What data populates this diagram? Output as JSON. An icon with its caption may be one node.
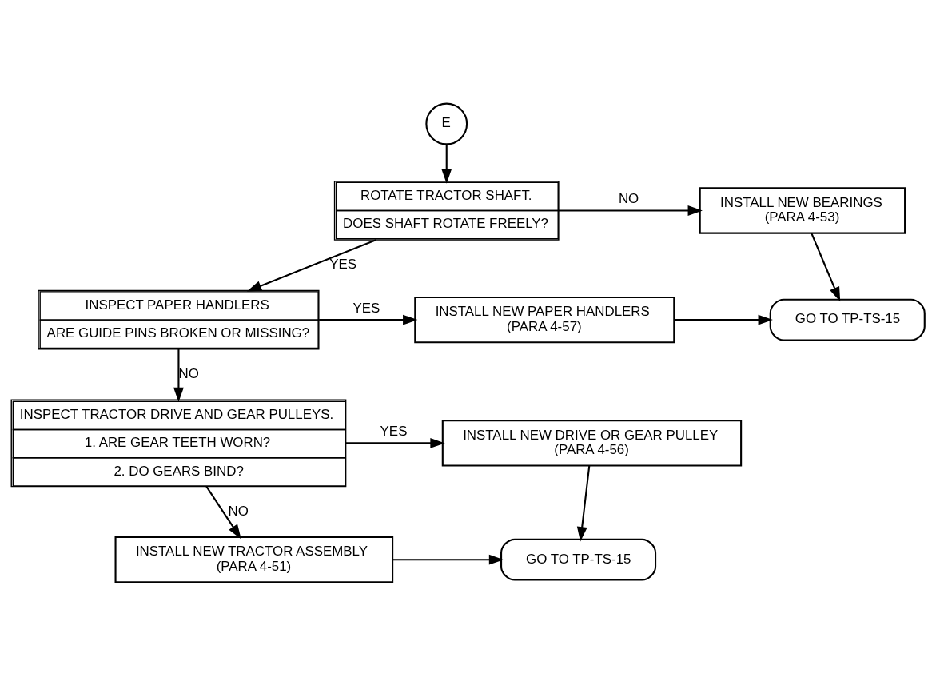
{
  "diagram": {
    "nodes": [
      {
        "text": [
          "E"
        ]
      },
      {
        "text": [
          "ROTATE TRACTOR SHAFT.",
          "DOES SHAFT ROTATE FREELY?"
        ]
      },
      {
        "text": [
          "INSTALL NEW BEARINGS",
          "(PARA 4-53)"
        ]
      },
      {
        "text": [
          "INSPECT PAPER HANDLERS",
          "ARE GUIDE PINS BROKEN OR MISSING?"
        ]
      },
      {
        "text": [
          "INSTALL NEW PAPER HANDLERS",
          "(PARA 4-57)"
        ]
      },
      {
        "text": [
          "GO TO TP-TS-15"
        ]
      },
      {
        "text": [
          "INSPECT TRACTOR DRIVE AND GEAR PULLEYS.",
          "1. ARE GEAR TEETH WORN?",
          "2. DO GEARS BIND?"
        ]
      },
      {
        "text": [
          "INSTALL NEW DRIVE OR GEAR PULLEY",
          "(PARA 4-56)"
        ]
      },
      {
        "text": [
          "INSTALL NEW TRACTOR ASSEMBLY",
          "(PARA 4-51)"
        ]
      },
      {
        "text": [
          "GO TO TP-TS-15"
        ]
      }
    ],
    "edges": [
      {
        "from": 0,
        "to": 1,
        "arrow": "to"
      },
      {
        "from": 1,
        "to": 2,
        "arrow": "to",
        "label": "NO"
      },
      {
        "from": 1,
        "to": 3,
        "arrow": "to",
        "label": "YES"
      },
      {
        "from": 2,
        "to": 5,
        "arrow": "to"
      },
      {
        "from": 3,
        "to": 4,
        "arrow": "to",
        "label": "YES"
      },
      {
        "from": 4,
        "to": 5,
        "arrow": "to"
      },
      {
        "from": 3,
        "to": 6,
        "arrow": "to",
        "label": "NO"
      },
      {
        "from": 6,
        "to": 7,
        "arrow": "to",
        "label": "YES"
      },
      {
        "from": 6,
        "to": 8,
        "arrow": "to",
        "label": "NO"
      },
      {
        "from": 7,
        "to": 9,
        "arrow": "to"
      },
      {
        "from": 8,
        "to": 9,
        "arrow": "to"
      }
    ]
  }
}
